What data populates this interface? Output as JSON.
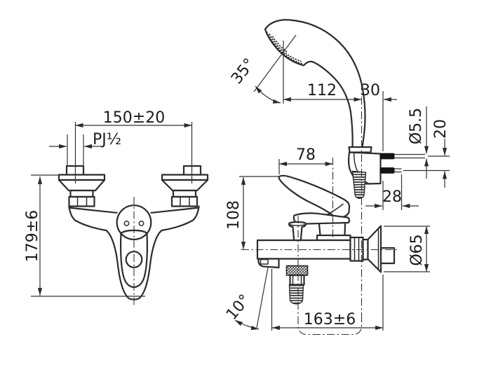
{
  "colors": {
    "background": "#ffffff",
    "line": "#2b2b2b"
  },
  "front_view": {
    "dim_inlet_distance": "150±20",
    "dim_thread_size": "PJ½",
    "dim_height": "179±6"
  },
  "side_view": {
    "dim_head_angle": "35°",
    "dim_head_to_hose": "112",
    "dim_hose_to_wall": "30",
    "dim_screw_diameter": "Ø5.5",
    "dim_screw_spacing": "20",
    "dim_handle_reach": "78",
    "dim_hose_wall_offset": "28",
    "dim_handle_height": "108",
    "dim_escutcheon_diameter": "Ø65",
    "dim_spout_angle": "10°",
    "dim_spout_reach": "163±6"
  }
}
